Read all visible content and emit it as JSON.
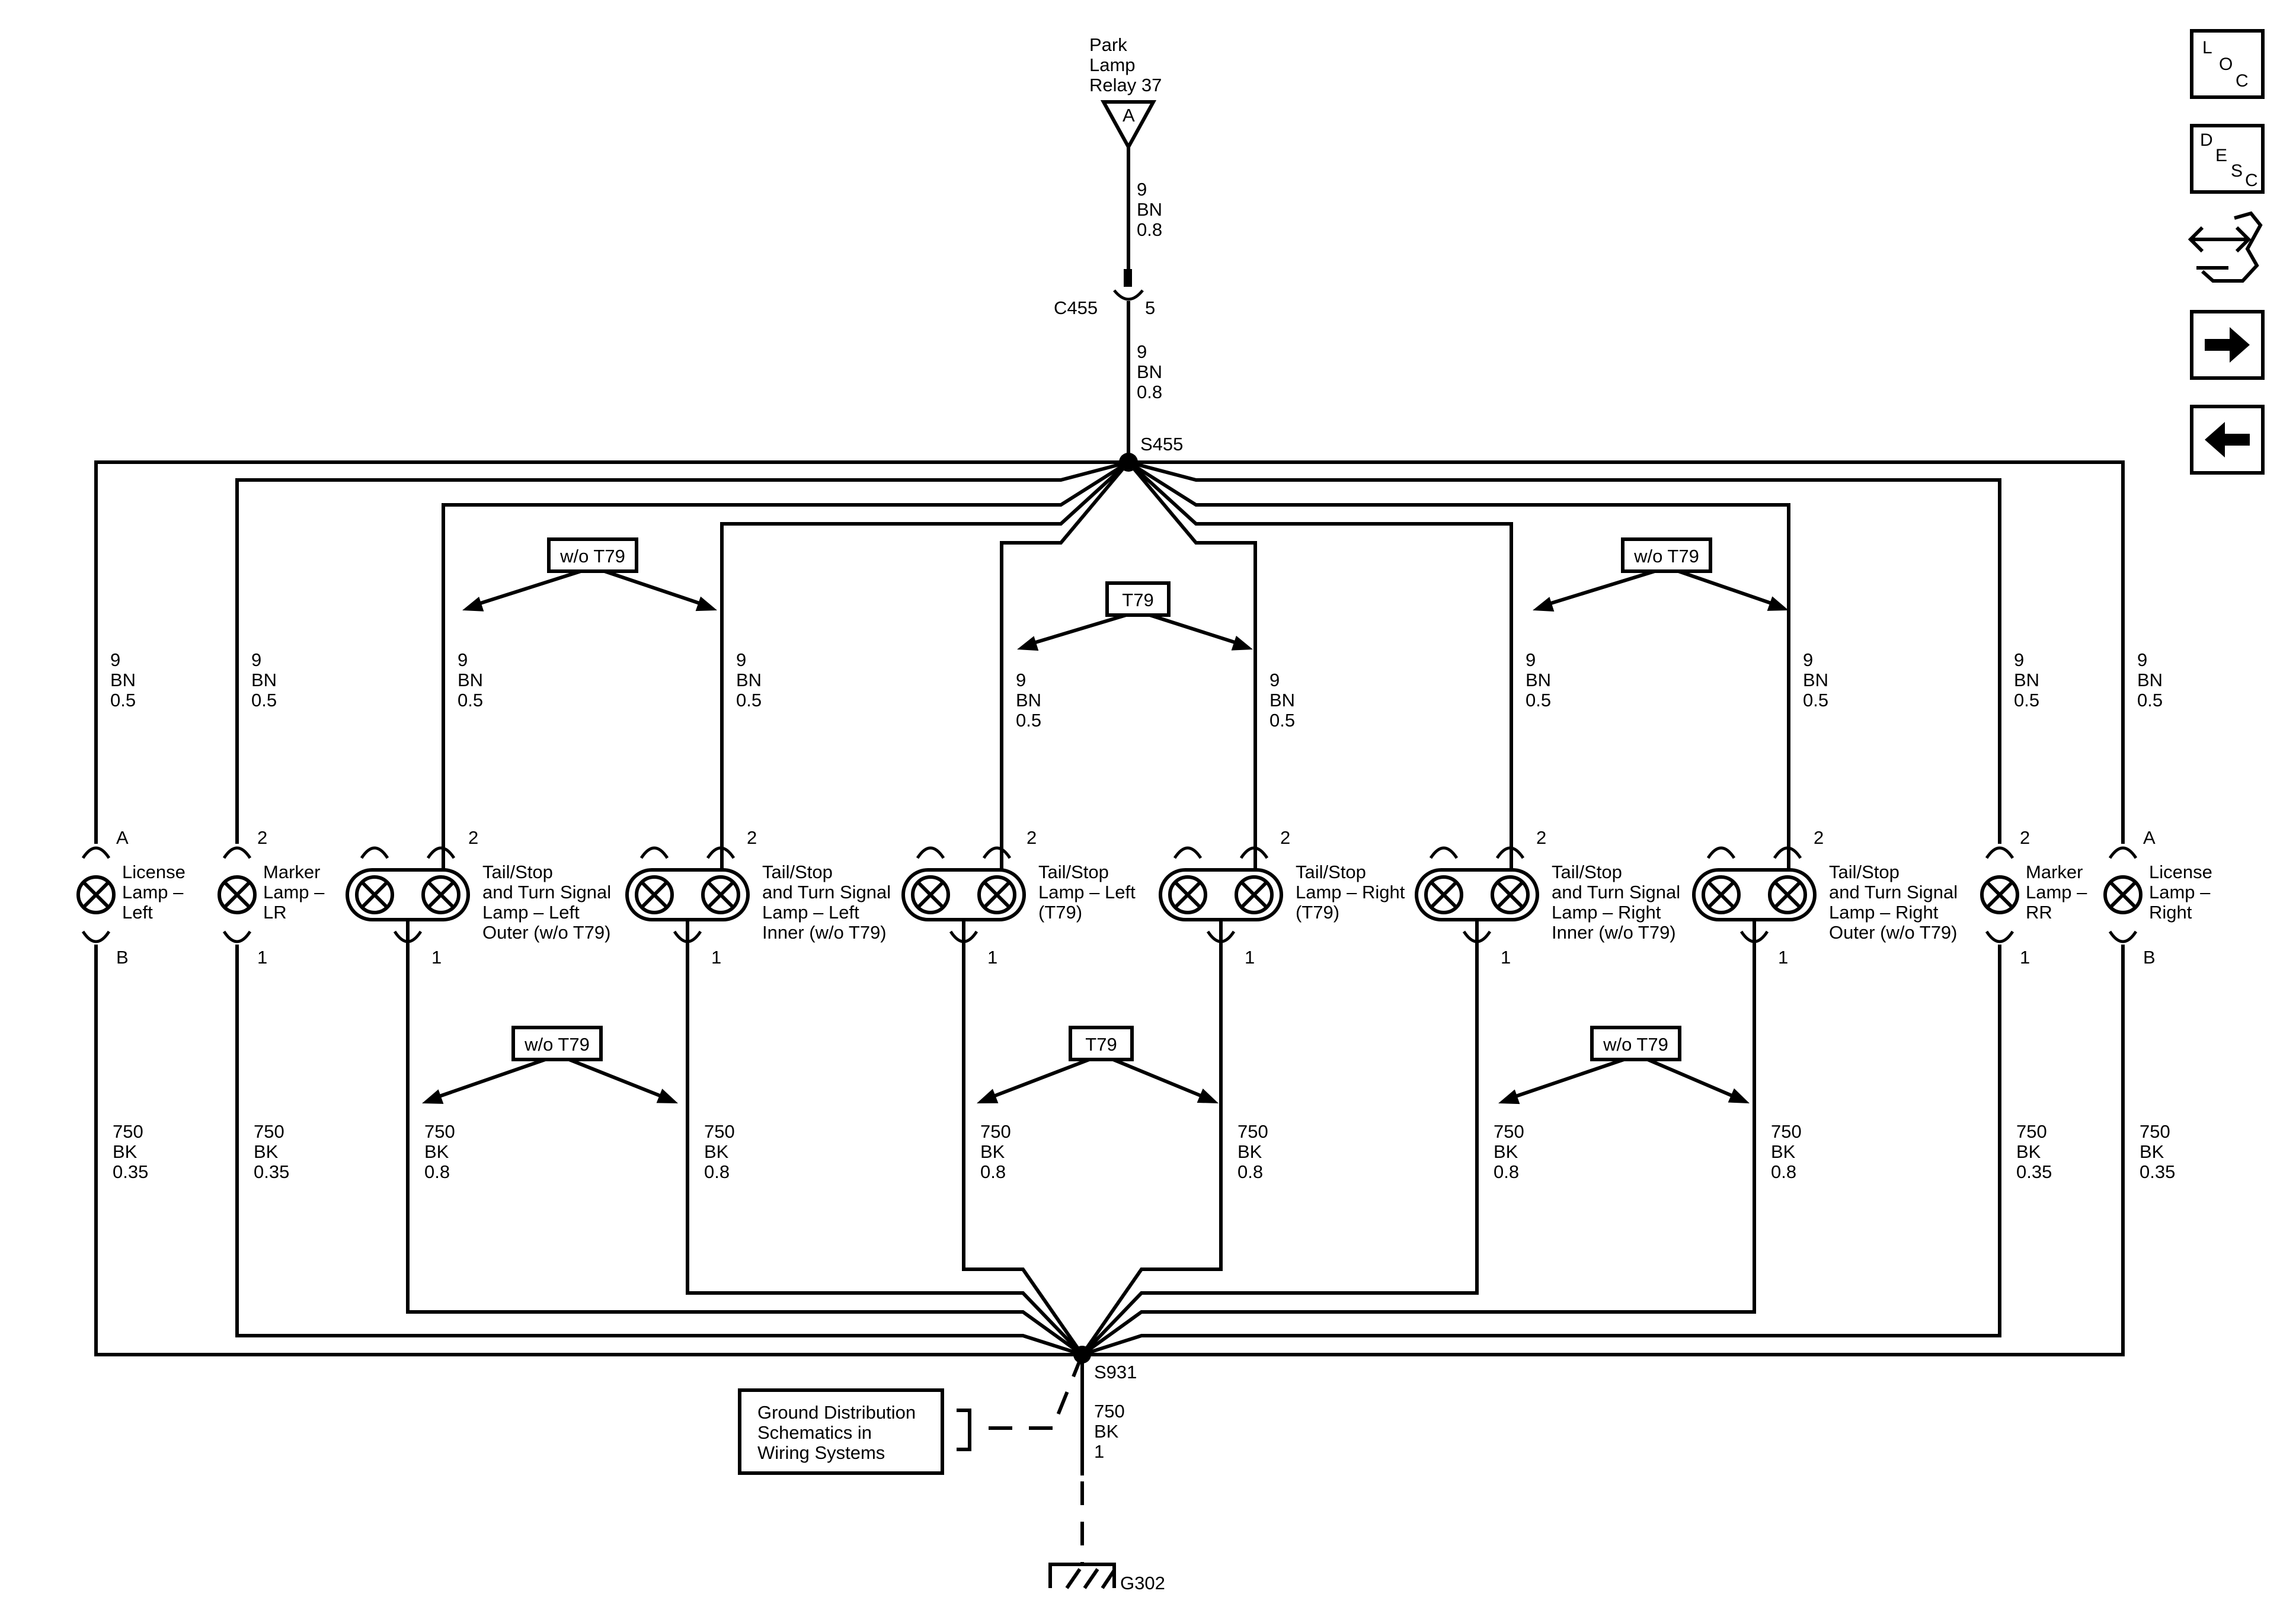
{
  "source": {
    "lines": [
      "Park",
      "Lamp",
      "Relay 37"
    ],
    "pin": "A"
  },
  "feed_wire_1": [
    "9",
    "BN",
    "0.8"
  ],
  "connector_c455": {
    "name": "C455",
    "pin": "5"
  },
  "feed_wire_2": [
    "9",
    "BN",
    "0.8"
  ],
  "splice_top": "S455",
  "splice_bottom": "S931",
  "options": [
    {
      "label": "w/o T79"
    },
    {
      "label": "T79"
    },
    {
      "label": "w/o T79"
    },
    {
      "label": "w/o T79"
    },
    {
      "label": "T79"
    },
    {
      "label": "w/o T79"
    }
  ],
  "lamps": [
    {
      "type": "single",
      "name": [
        "License",
        "Lamp –",
        "Left"
      ],
      "pin_top": "A",
      "pin_bottom": "B",
      "wire_top": [
        "9",
        "BN",
        "0.5"
      ],
      "wire_bottom": [
        "750",
        "BK",
        "0.35"
      ]
    },
    {
      "type": "single",
      "name": [
        "Marker",
        "Lamp –",
        "LR"
      ],
      "pin_top": "2",
      "pin_bottom": "1",
      "wire_top": [
        "9",
        "BN",
        "0.5"
      ],
      "wire_bottom": [
        "750",
        "BK",
        "0.35"
      ]
    },
    {
      "type": "dual",
      "name": [
        "Tail/Stop",
        "and Turn Signal",
        "Lamp – Left",
        "Outer (w/o T79)"
      ],
      "pin_top": "2",
      "pin_bottom": "1",
      "wire_top": [
        "9",
        "BN",
        "0.5"
      ],
      "wire_bottom": [
        "750",
        "BK",
        "0.8"
      ]
    },
    {
      "type": "dual",
      "name": [
        "Tail/Stop",
        "and Turn Signal",
        "Lamp – Left",
        "Inner (w/o T79)"
      ],
      "pin_top": "2",
      "pin_bottom": "1",
      "wire_top": [
        "9",
        "BN",
        "0.5"
      ],
      "wire_bottom": [
        "750",
        "BK",
        "0.8"
      ]
    },
    {
      "type": "dual",
      "name": [
        "Tail/Stop",
        "Lamp – Left",
        "(T79)"
      ],
      "pin_top": "2",
      "pin_bottom": "1",
      "wire_top": [
        "9",
        "BN",
        "0.5"
      ],
      "wire_bottom": [
        "750",
        "BK",
        "0.8"
      ]
    },
    {
      "type": "dual",
      "name": [
        "Tail/Stop",
        "Lamp – Right",
        "(T79)"
      ],
      "pin_top": "2",
      "pin_bottom": "1",
      "wire_top": [
        "9",
        "BN",
        "0.5"
      ],
      "wire_bottom": [
        "750",
        "BK",
        "0.8"
      ]
    },
    {
      "type": "dual",
      "name": [
        "Tail/Stop",
        "and Turn Signal",
        "Lamp – Right",
        "Inner (w/o T79)"
      ],
      "pin_top": "2",
      "pin_bottom": "1",
      "wire_top": [
        "9",
        "BN",
        "0.5"
      ],
      "wire_bottom": [
        "750",
        "BK",
        "0.8"
      ]
    },
    {
      "type": "dual",
      "name": [
        "Tail/Stop",
        "and Turn Signal",
        "Lamp – Right",
        "Outer (w/o T79)"
      ],
      "pin_top": "2",
      "pin_bottom": "1",
      "wire_top": [
        "9",
        "BN",
        "0.5"
      ],
      "wire_bottom": [
        "750",
        "BK",
        "0.8"
      ]
    },
    {
      "type": "single",
      "name": [
        "Marker",
        "Lamp –",
        "RR"
      ],
      "pin_top": "2",
      "pin_bottom": "1",
      "wire_top": [
        "9",
        "BN",
        "0.5"
      ],
      "wire_bottom": [
        "750",
        "BK",
        "0.35"
      ]
    },
    {
      "type": "single",
      "name": [
        "License",
        "Lamp –",
        "Right"
      ],
      "pin_top": "A",
      "pin_bottom": "B",
      "wire_top": [
        "9",
        "BN",
        "0.5"
      ],
      "wire_bottom": [
        "750",
        "BK",
        "0.35"
      ]
    }
  ],
  "ground_reference": [
    "Ground Distribution",
    "Schematics in",
    "Wiring Systems"
  ],
  "ground_wire": [
    "750",
    "BK",
    "1"
  ],
  "ground": "G302",
  "nav": {
    "loc": [
      "L",
      "O",
      "C"
    ],
    "desc": [
      "D",
      "E",
      "S",
      "C"
    ],
    "icons": [
      "connector-icon",
      "arrow-right-icon",
      "arrow-left-icon"
    ]
  }
}
